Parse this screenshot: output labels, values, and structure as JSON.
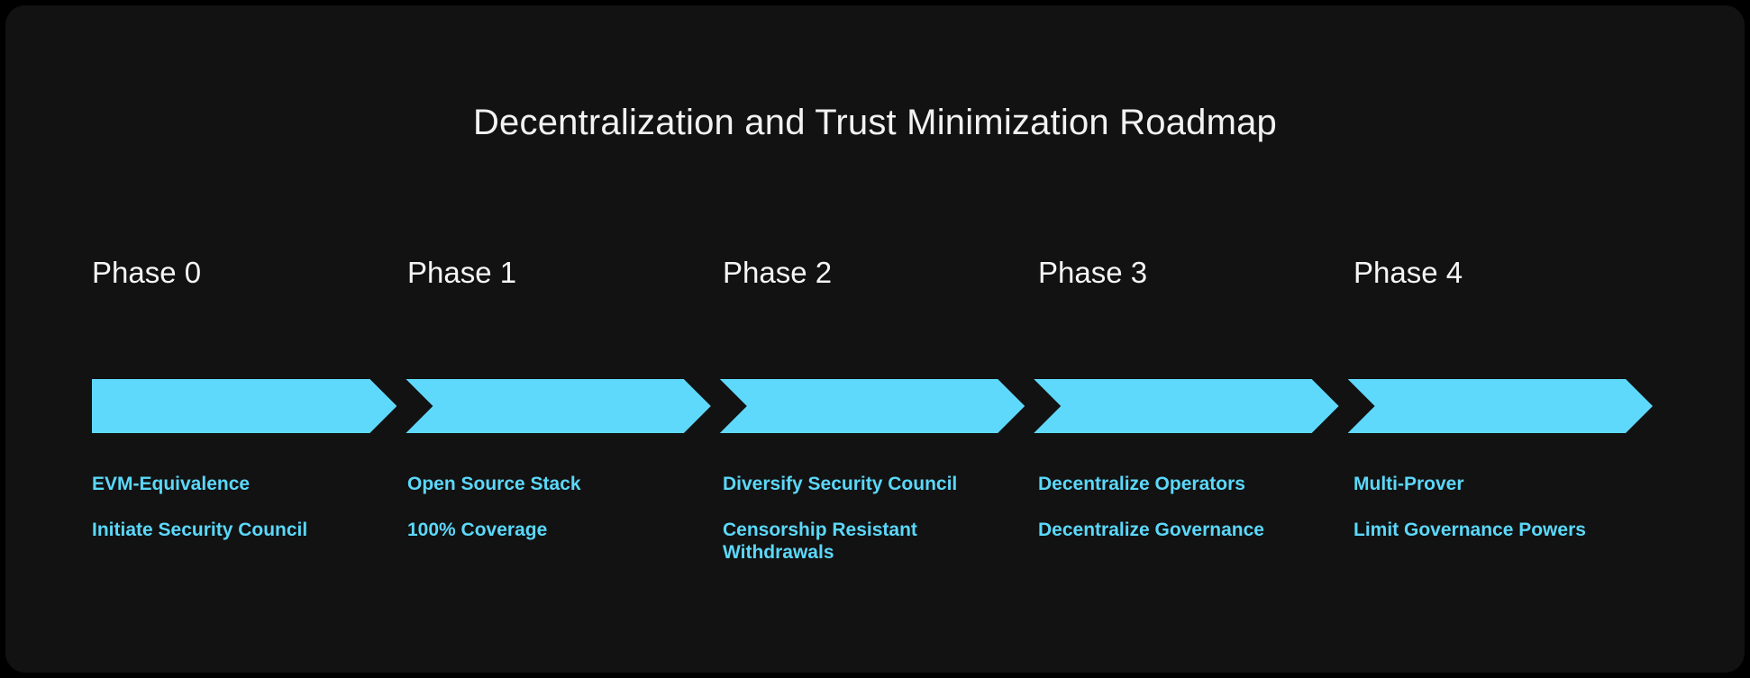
{
  "title": "Decentralization and Trust Minimization Roadmap",
  "colors": {
    "page_background": "#000000",
    "card_background": "#121212",
    "title_text": "#f2f2f2",
    "phase_label_text": "#f5f5f5",
    "accent": "#5fd9fb",
    "item_text": "#5bd8fa"
  },
  "phases": [
    {
      "label": "Phase 0",
      "items": [
        "EVM-Equivalence",
        "Initiate Security Council"
      ]
    },
    {
      "label": "Phase 1",
      "items": [
        "Open Source Stack",
        "100% Coverage"
      ]
    },
    {
      "label": "Phase 2",
      "items": [
        "Diversify Security Council",
        "Censorship Resistant Withdrawals"
      ]
    },
    {
      "label": "Phase 3",
      "items": [
        "Decentralize Operators",
        "Decentralize Governance"
      ]
    },
    {
      "label": "Phase 4",
      "items": [
        "Multi-Prover",
        "Limit Governance Powers"
      ]
    }
  ]
}
